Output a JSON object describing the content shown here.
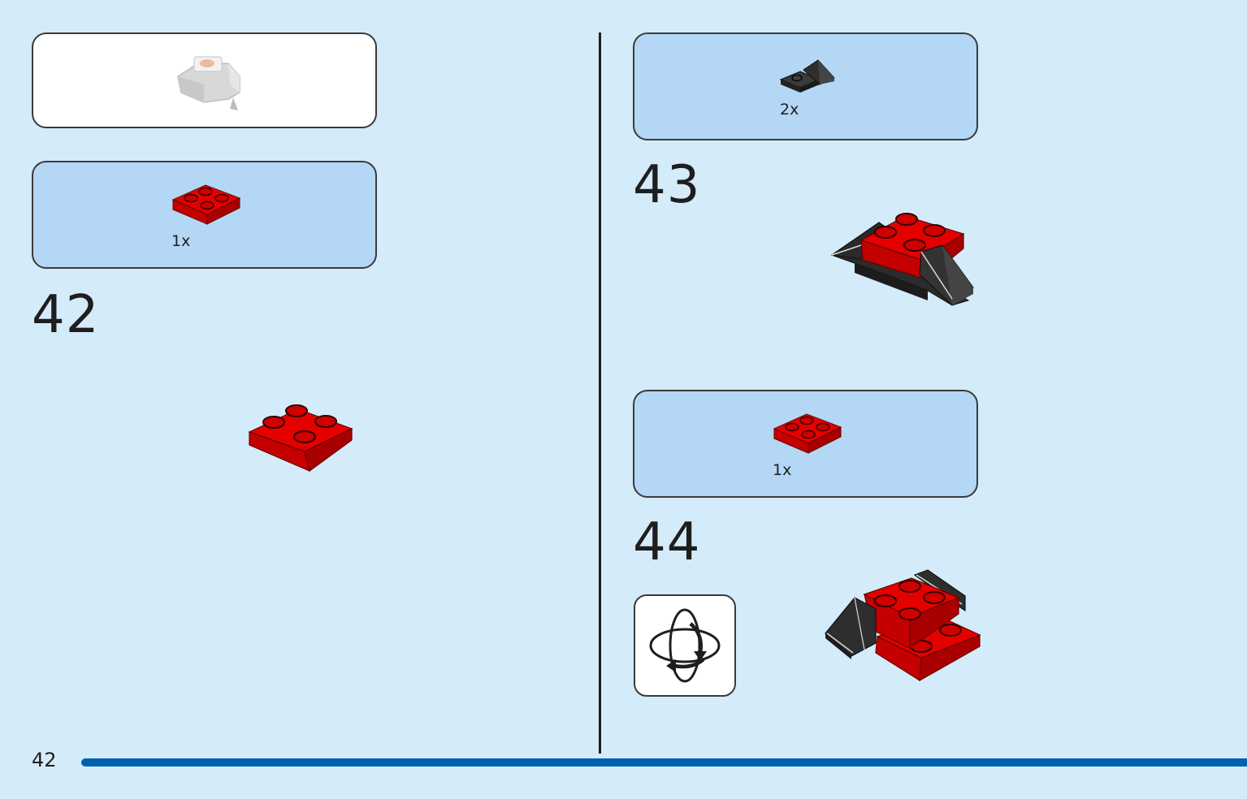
{
  "page": {
    "number": "42",
    "background": "#d4ebfa",
    "accent": "#0061ad"
  },
  "steps": [
    {
      "number": "42",
      "parts": [
        {
          "qty": "1x",
          "piece": "red-2x2-plate-icon",
          "color": "#d80000"
        }
      ],
      "previous_assembly": "faded-previous-assembly-icon",
      "result": "red-2x2-plate-icon"
    },
    {
      "number": "43",
      "parts": [
        {
          "qty": "2x",
          "piece": "black-bracket-slope-icon",
          "color": "#2a2a2a"
        }
      ],
      "result": "red-plate-with-black-slopes-icon"
    },
    {
      "number": "44",
      "parts": [
        {
          "qty": "1x",
          "piece": "red-2x2-plate-icon",
          "color": "#d80000"
        }
      ],
      "rotate_hint": "rotate-model-icon",
      "result": "stacked-red-plates-with-slopes-icon"
    }
  ]
}
